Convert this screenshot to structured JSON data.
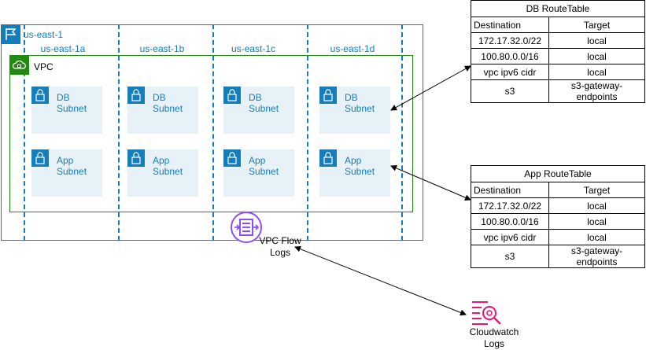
{
  "region": {
    "label": "us-east-1",
    "icon": "flag-icon",
    "color": "#147eba"
  },
  "availability_zones": [
    "us-east-1a",
    "us-east-1b",
    "us-east-1c",
    "us-east-1d"
  ],
  "vpc": {
    "label": "VPC",
    "icon": "vpc-cloud-icon",
    "color": "#248814"
  },
  "subnets": {
    "db": {
      "line1": "DB",
      "line2": "Subnet",
      "icon": "lock-icon"
    },
    "app": {
      "line1": "App",
      "line2": "Subnet",
      "icon": "lock-icon"
    }
  },
  "db_route_table": {
    "title": "DB RouteTable",
    "headers": [
      "Destination",
      "Target"
    ],
    "rows": [
      [
        "172.17.32.0/22",
        "local"
      ],
      [
        "100.80.0.0/16",
        "local"
      ],
      [
        "vpc ipv6 cidr",
        "local"
      ],
      [
        "s3",
        "s3-gateway-endpoints"
      ]
    ]
  },
  "app_route_table": {
    "title": "App RouteTable",
    "headers": [
      "Destination",
      "Target"
    ],
    "rows": [
      [
        "172.17.32.0/22",
        "local"
      ],
      [
        "100.80.0.0/16",
        "local"
      ],
      [
        "vpc ipv6 cidr",
        "local"
      ],
      [
        "s3",
        "s3-gateway-endpoints"
      ]
    ]
  },
  "flow_logs": {
    "line1": "VPC Flow",
    "line2": "Logs",
    "icon": "flow-logs-icon",
    "color": "#8c4fff"
  },
  "cloudwatch": {
    "line1": "Cloudwatch",
    "line2": "Logs",
    "icon": "cloudwatch-logs-icon",
    "color": "#e7157b"
  }
}
